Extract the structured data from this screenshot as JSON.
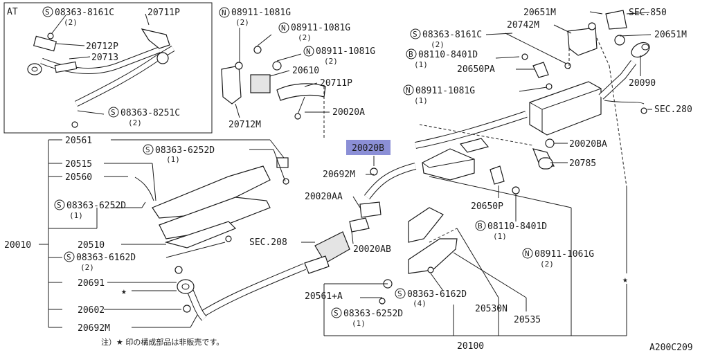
{
  "inset": {
    "title": "AT"
  },
  "note": "注）★ 印の構成部品は非販売です。",
  "diagram_code": "A200C209",
  "star": "★",
  "labels": [
    {
      "id": "at-08363-8161c",
      "code": "08363-8161C",
      "prefix": "S",
      "qty": "(2)"
    },
    {
      "id": "at-20711p",
      "code": "20711P"
    },
    {
      "id": "at-20712p",
      "code": "20712P"
    },
    {
      "id": "at-20713",
      "code": "20713"
    },
    {
      "id": "at-08363-8251c",
      "code": "08363-8251C",
      "prefix": "S",
      "qty": "(2)"
    },
    {
      "id": "n08911-1081g-a",
      "code": "08911-1081G",
      "prefix": "N",
      "qty": "(2)"
    },
    {
      "id": "n08911-1081g-b",
      "code": "08911-1081G",
      "prefix": "N",
      "qty": "(2)"
    },
    {
      "id": "n08911-1081g-c",
      "code": "08911-1081G",
      "prefix": "N",
      "qty": "(2)"
    },
    {
      "id": "p20610",
      "code": "20610"
    },
    {
      "id": "p20711p",
      "code": "20711P"
    },
    {
      "id": "p20020a",
      "code": "20020A"
    },
    {
      "id": "p20712m",
      "code": "20712M"
    },
    {
      "id": "p20651m-top",
      "code": "20651M"
    },
    {
      "id": "p20742m",
      "code": "20742M"
    },
    {
      "id": "sec850",
      "code": "SEC.850"
    },
    {
      "id": "p20651m-right",
      "code": "20651M"
    },
    {
      "id": "s08363-8161c",
      "code": "08363-8161C",
      "prefix": "S",
      "qty": "(2)"
    },
    {
      "id": "b08110-8401d-top",
      "code": "08110-8401D",
      "prefix": "B",
      "qty": "(1)"
    },
    {
      "id": "p20650pa",
      "code": "20650PA"
    },
    {
      "id": "p20090",
      "code": "20090"
    },
    {
      "id": "n08911-1081g-d",
      "code": "08911-1081G",
      "prefix": "N",
      "qty": "(1)"
    },
    {
      "id": "sec280",
      "code": "SEC.280"
    },
    {
      "id": "p20561",
      "code": "20561"
    },
    {
      "id": "s08363-6252d-top",
      "code": "08363-6252D",
      "prefix": "S",
      "qty": "(1)"
    },
    {
      "id": "p20020b",
      "code": "20020B"
    },
    {
      "id": "p20020ba",
      "code": "20020BA"
    },
    {
      "id": "p20515",
      "code": "20515"
    },
    {
      "id": "p20692m-mid",
      "code": "20692M"
    },
    {
      "id": "p20785",
      "code": "20785"
    },
    {
      "id": "p20560",
      "code": "20560"
    },
    {
      "id": "p20020aa",
      "code": "20020AA"
    },
    {
      "id": "p20650p",
      "code": "20650P"
    },
    {
      "id": "s08363-6252d-left",
      "code": "08363-6252D",
      "prefix": "S",
      "qty": "(1)"
    },
    {
      "id": "b08110-8401d-mid",
      "code": "08110-8401D",
      "prefix": "B",
      "qty": "(1)"
    },
    {
      "id": "p20010",
      "code": "20010"
    },
    {
      "id": "p20510",
      "code": "20510"
    },
    {
      "id": "sec208",
      "code": "SEC.208"
    },
    {
      "id": "p20020ab",
      "code": "20020AB"
    },
    {
      "id": "s08363-6162d-left",
      "code": "08363-6162D",
      "prefix": "S",
      "qty": "(2)"
    },
    {
      "id": "n08911-1061g",
      "code": "08911-1061G",
      "prefix": "N",
      "qty": "(2)"
    },
    {
      "id": "p20691",
      "code": "20691"
    },
    {
      "id": "p20561a",
      "code": "20561+A"
    },
    {
      "id": "s08363-6162d-mid",
      "code": "08363-6162D",
      "prefix": "S",
      "qty": "(4)"
    },
    {
      "id": "p20602",
      "code": "20602"
    },
    {
      "id": "s08363-6252d-bot",
      "code": "08363-6252D",
      "prefix": "S",
      "qty": "(1)"
    },
    {
      "id": "p20530n",
      "code": "20530N"
    },
    {
      "id": "p20535",
      "code": "20535"
    },
    {
      "id": "p20692m-bot",
      "code": "20692M"
    },
    {
      "id": "p20100",
      "code": "20100"
    }
  ]
}
